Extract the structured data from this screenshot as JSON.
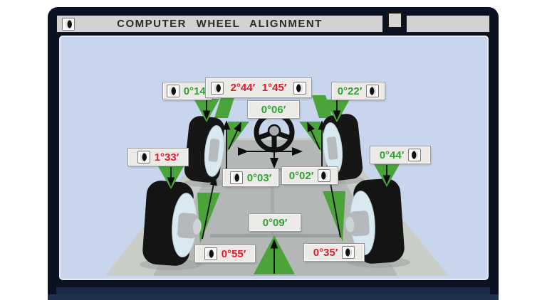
{
  "window": {
    "title": "COMPUTER WHEEL ALIGNMENT",
    "titlebar": {
      "app_icon": "tire-icon",
      "right_button": "blank-square-button"
    }
  },
  "colors": {
    "ok_green_text": "#2fa233",
    "alert_red_text": "#e01b2d",
    "indicator_green": "#4ba43a",
    "screen_bg": "#c7d6ec",
    "titlebar_bg": "#d2d2d2",
    "bezel_dark": "#0a1222",
    "bezel_navy": "#1c2a47",
    "chassis_gray": "#b3b7b5",
    "mat_gray": "#c9cdc7",
    "label_bg": "#eceae6"
  },
  "measurements": {
    "front_left_toe": {
      "value": "0°14′",
      "status": "green",
      "icon": "tire-left"
    },
    "front_caster_left": {
      "value": "2°44′",
      "status": "red"
    },
    "front_caster_right": {
      "value": "1°45′",
      "status": "red"
    },
    "front_right_toe": {
      "value": "0°22′",
      "status": "green",
      "icon": "tire-right"
    },
    "front_total_toe": {
      "value": "0°06′",
      "status": "green"
    },
    "rear_left_camber": {
      "value": "1°33′",
      "status": "red",
      "icon": "tire-left"
    },
    "rear_right_camber": {
      "value": "0°44′",
      "status": "green",
      "icon": "tire-right"
    },
    "front_left_half_toe": {
      "value": "0°03′",
      "status": "green",
      "icon": "tire-left"
    },
    "front_right_half_toe": {
      "value": "0°02′",
      "status": "green",
      "icon": "tire-right"
    },
    "thrust_angle": {
      "value": "0°09′",
      "status": "green"
    },
    "rear_left_toe": {
      "value": "0°55′",
      "status": "red",
      "icon": "tire-left"
    },
    "rear_right_toe": {
      "value": "0°35′",
      "status": "red",
      "icon": "tire-right"
    }
  }
}
